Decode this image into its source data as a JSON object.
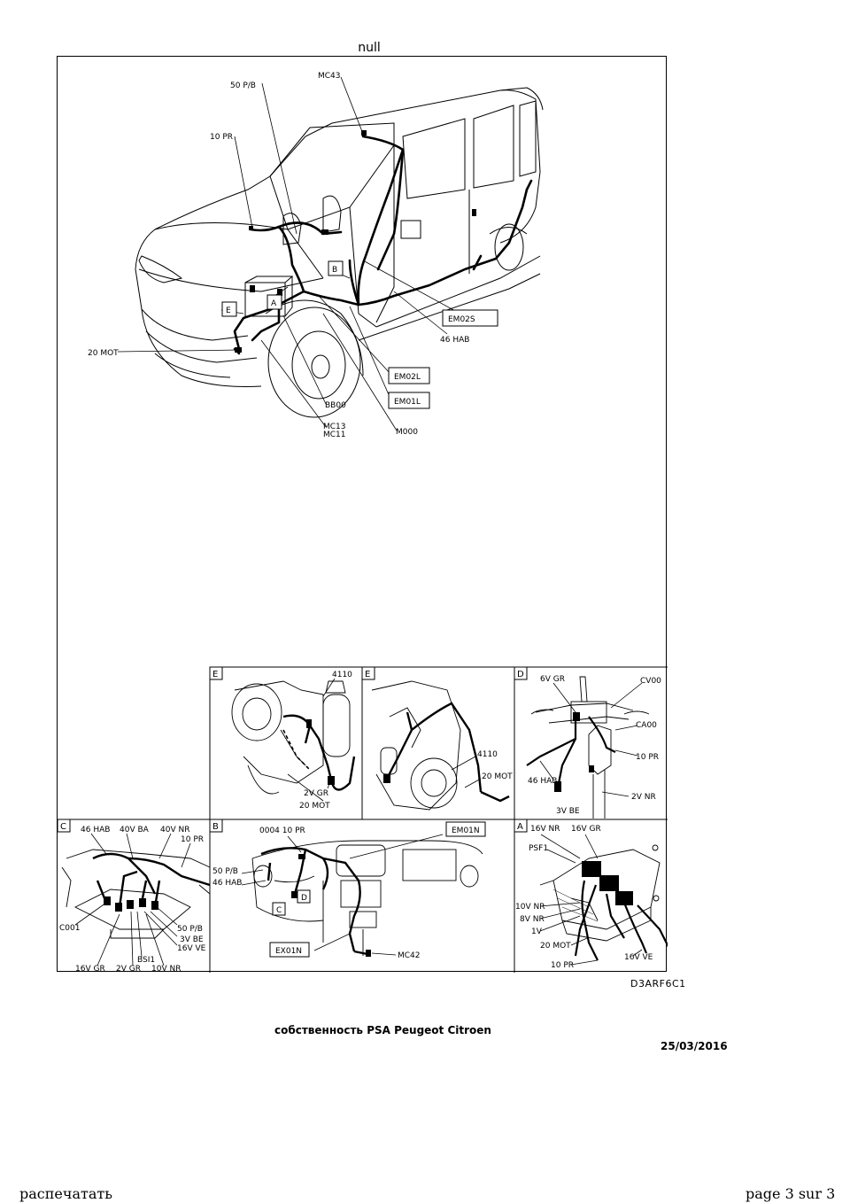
{
  "page": {
    "title": "null",
    "drawing_code": "D3ARF6C1",
    "property_text": "собственность PSA Peugeot Citroen",
    "date": "25/03/2016",
    "print_link": "распечатать",
    "page_number": "page 3 sur 3"
  },
  "main_view": {
    "labels": {
      "l_50pb": "50 P/B",
      "l_mc43": "MC43",
      "l_10pr": "10 PR",
      "l_20mot": "20 MOT",
      "l_46hab": "46 HAB",
      "l_bb00": "BB00",
      "l_mc13": "MC13",
      "l_mc11": "MC11",
      "l_m000": "M000"
    },
    "boxes": {
      "b_em02s": "EM02S",
      "b_em02l": "EM02L",
      "b_em01l": "EM01L",
      "b_b": "B",
      "b_a": "A",
      "b_e": "E"
    }
  },
  "panels": {
    "e1": {
      "letter": "E",
      "labels": {
        "l1": "4110",
        "l2": "2V GR",
        "l3": "20 MOT"
      }
    },
    "e2": {
      "letter": "E",
      "labels": {
        "l1": "4110",
        "l2": "20 MOT"
      }
    },
    "d": {
      "letter": "D",
      "labels": {
        "l1": "6V GR",
        "l2": "CV00",
        "l3": "CA00",
        "l4": "10 PR",
        "l5": "46 HAB",
        "l6": "2V NR",
        "l7": "3V BE"
      }
    },
    "c": {
      "letter": "C",
      "labels": {
        "l1": "46 HAB",
        "l2": "40V BA",
        "l3": "40V NR",
        "l4": "10 PR",
        "l5": "C001",
        "l6": "50 P/B",
        "l7": "3V BE",
        "l8": "16V VE",
        "l9": "BSI1",
        "l10": "16V GR",
        "l11": "2V GR",
        "l12": "10V NR"
      }
    },
    "b": {
      "letter": "B",
      "labels": {
        "l1": "0004 10 PR",
        "l2": "50 P/B",
        "l3": "46 HAB",
        "l4": "MC42",
        "b1": "EM01N",
        "b2": "EX01N",
        "b3": "C",
        "b4": "D"
      }
    },
    "a": {
      "letter": "A",
      "labels": {
        "l1": "16V NR",
        "l2": "16V GR",
        "l3": "PSF1",
        "l4": "10V NR",
        "l5": "8V NR",
        "l6": "1V",
        "l7": "20 MOT",
        "l8": "10 PR",
        "l9": "16V VE"
      }
    }
  }
}
